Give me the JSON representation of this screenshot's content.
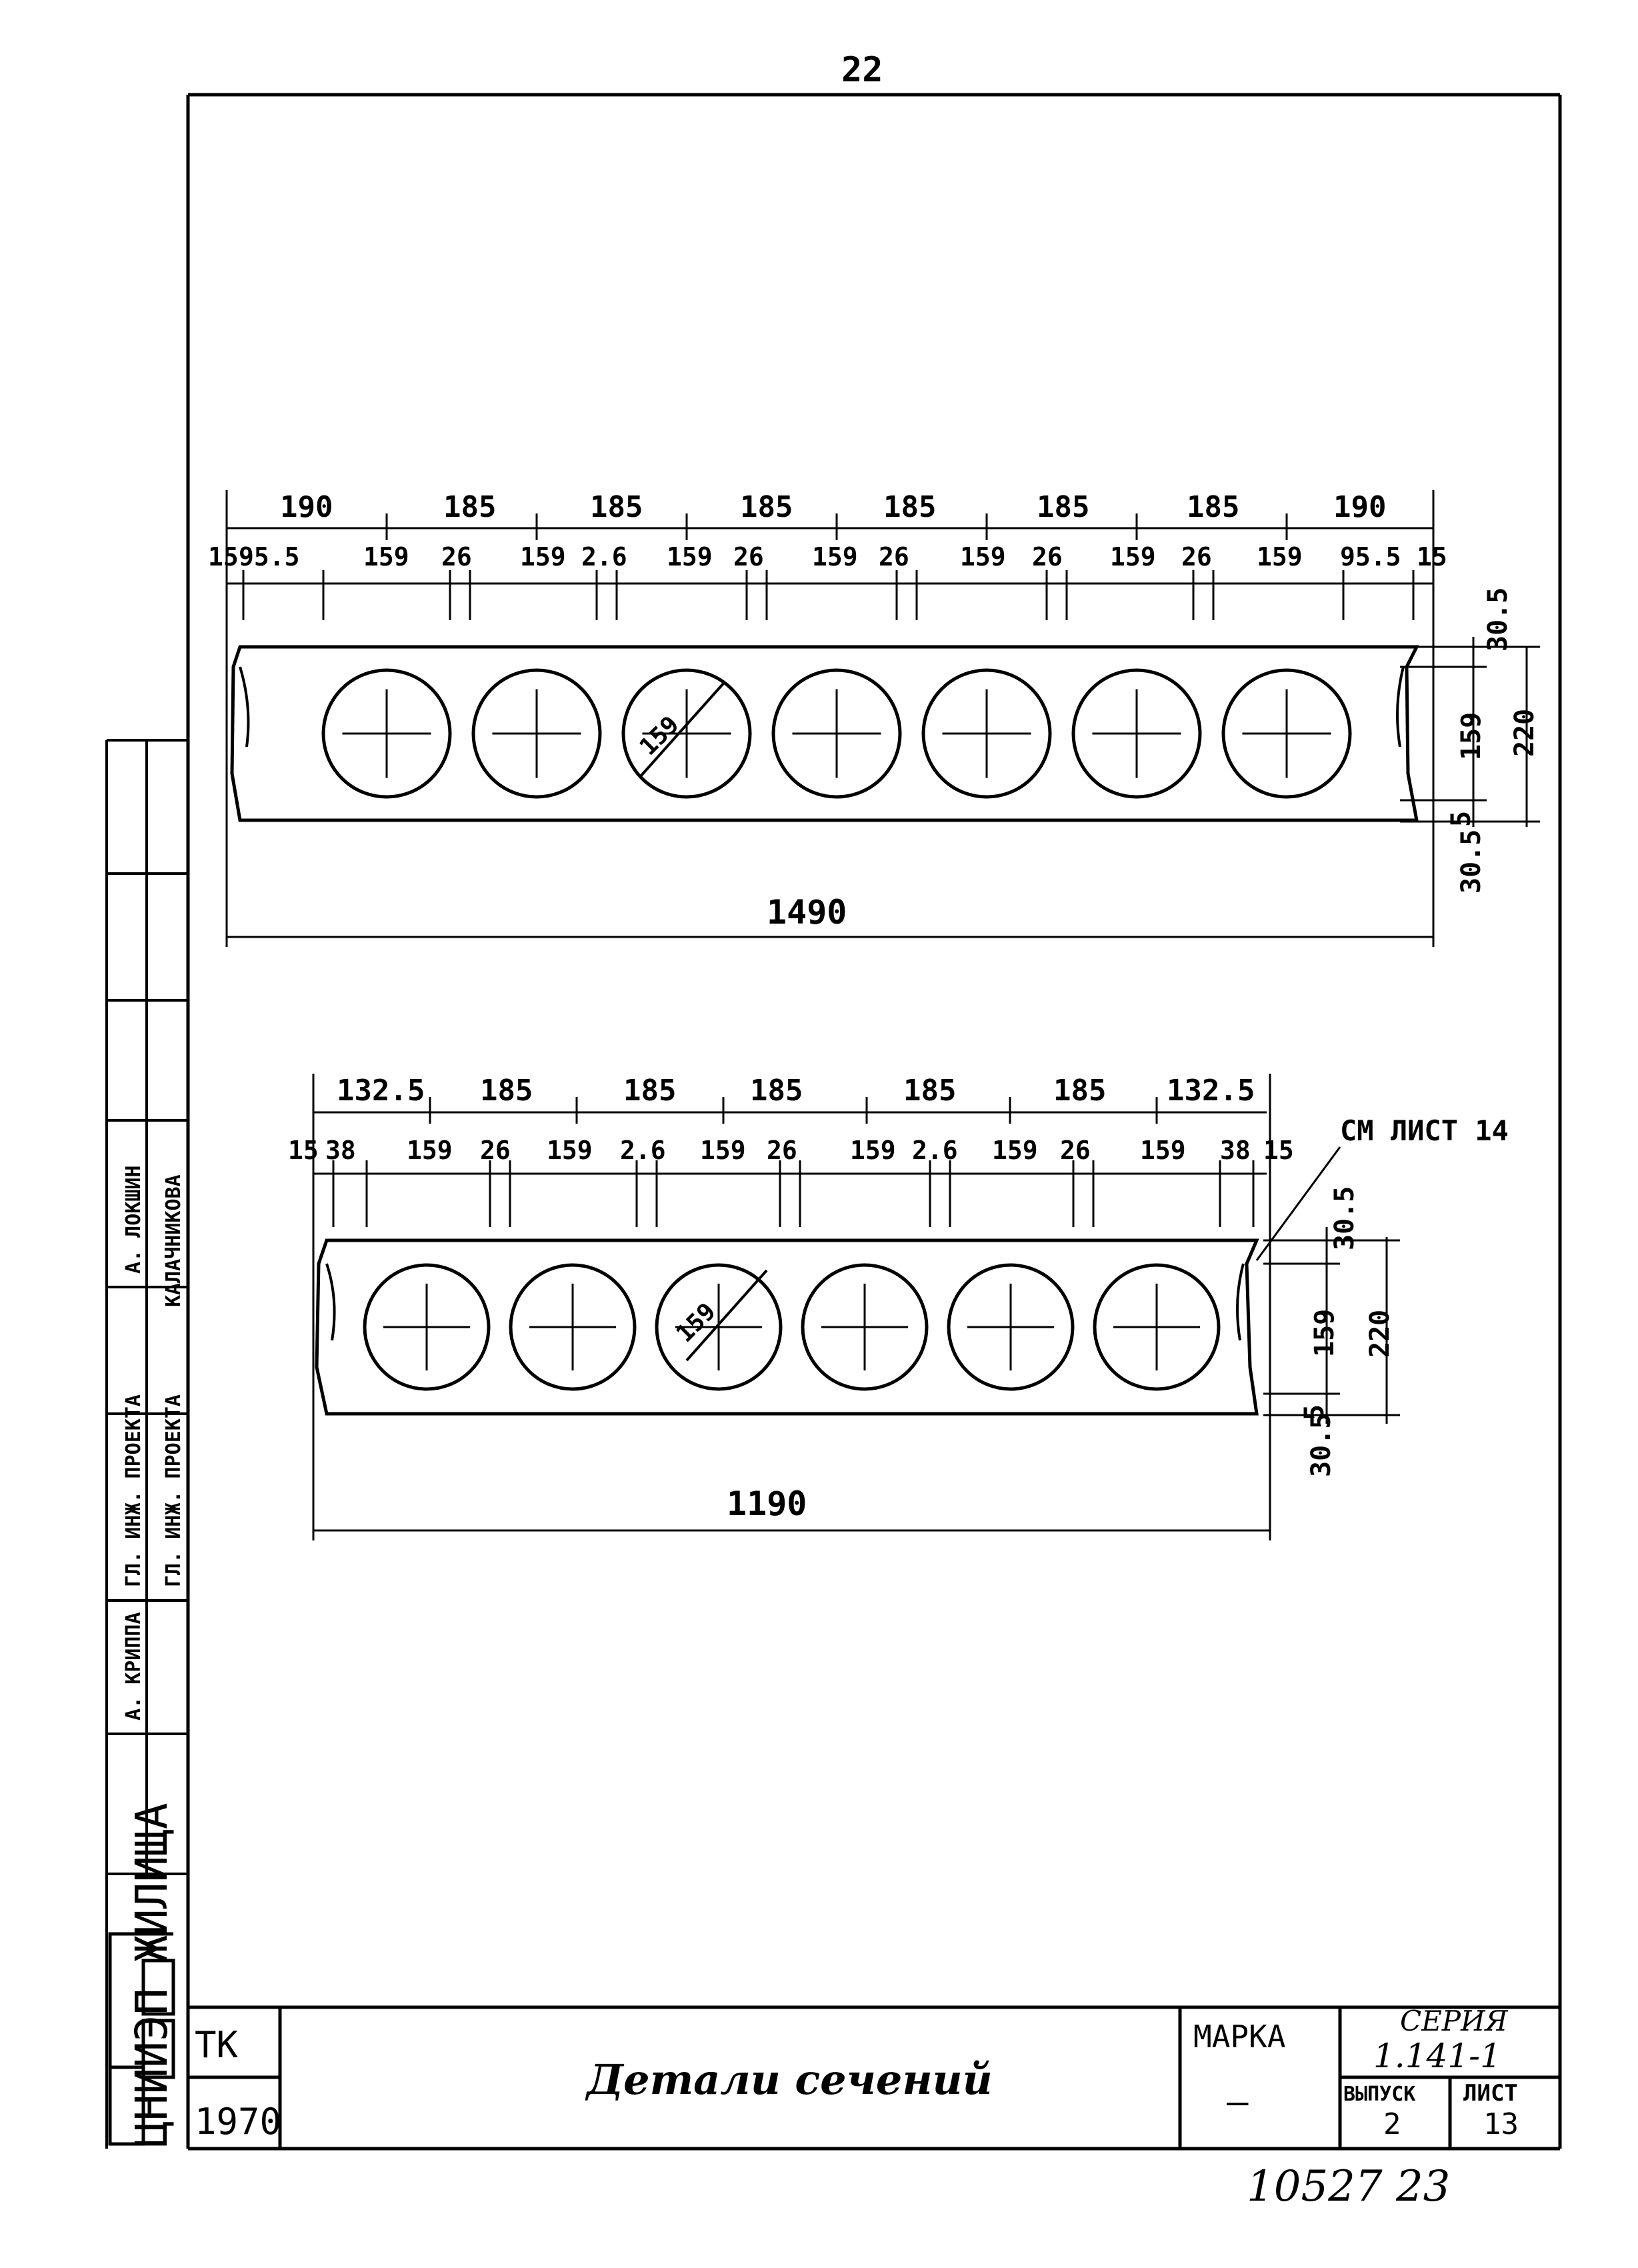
{
  "page_number_top": "22",
  "section_a": {
    "top_dims": [
      "190",
      "185",
      "185",
      "185",
      "185",
      "185",
      "185",
      "190"
    ],
    "bottom_dims": [
      "15",
      "95.5",
      "159",
      "26",
      "159",
      "2.6",
      "159",
      "26",
      "159",
      "26",
      "159",
      "26",
      "159",
      "26",
      "159",
      "95.5",
      "15"
    ],
    "right_dims": [
      "30.5",
      "159",
      "220",
      "30.5",
      "5"
    ],
    "diameter_label": "159",
    "overall_length": "1490",
    "holes": 7
  },
  "section_b": {
    "top_dims": [
      "132.5",
      "185",
      "185",
      "185",
      "185",
      "185",
      "132.5"
    ],
    "bottom_dims": [
      "15",
      "38",
      "159",
      "26",
      "159",
      "2.6",
      "159",
      "26",
      "159",
      "2.6",
      "159",
      "26",
      "159",
      "38",
      "15"
    ],
    "right_dims": [
      "30.5",
      "159",
      "220",
      "30.5",
      "5"
    ],
    "diameter_label": "159",
    "overall_length": "1190",
    "reference_note": "СМ ЛИСТ 14",
    "holes": 6
  },
  "left_strip": {
    "org": "ЦНИИЭП ЖИЛИЩА",
    "names": [
      "А. КРИППА",
      "ГЛ. ИНЖ. ПРОЕКТА",
      "ГЛ. ИНЖ. ПРОЕКТА",
      "А. ЛОКШИН",
      "КАЛАЧНИКОВА"
    ]
  },
  "title_block": {
    "code": "ТК",
    "year": "1970",
    "title": "Детали сечений",
    "marka_label": "МАРКА",
    "marka_value": "—",
    "seria_label": "СЕРИЯ",
    "seria_value": "1.141-1",
    "vypusk_label": "ВЫПУСК",
    "vypusk_value": "2",
    "list_label": "ЛИСТ",
    "list_value": "13"
  },
  "footer_numbers": "10527 23"
}
